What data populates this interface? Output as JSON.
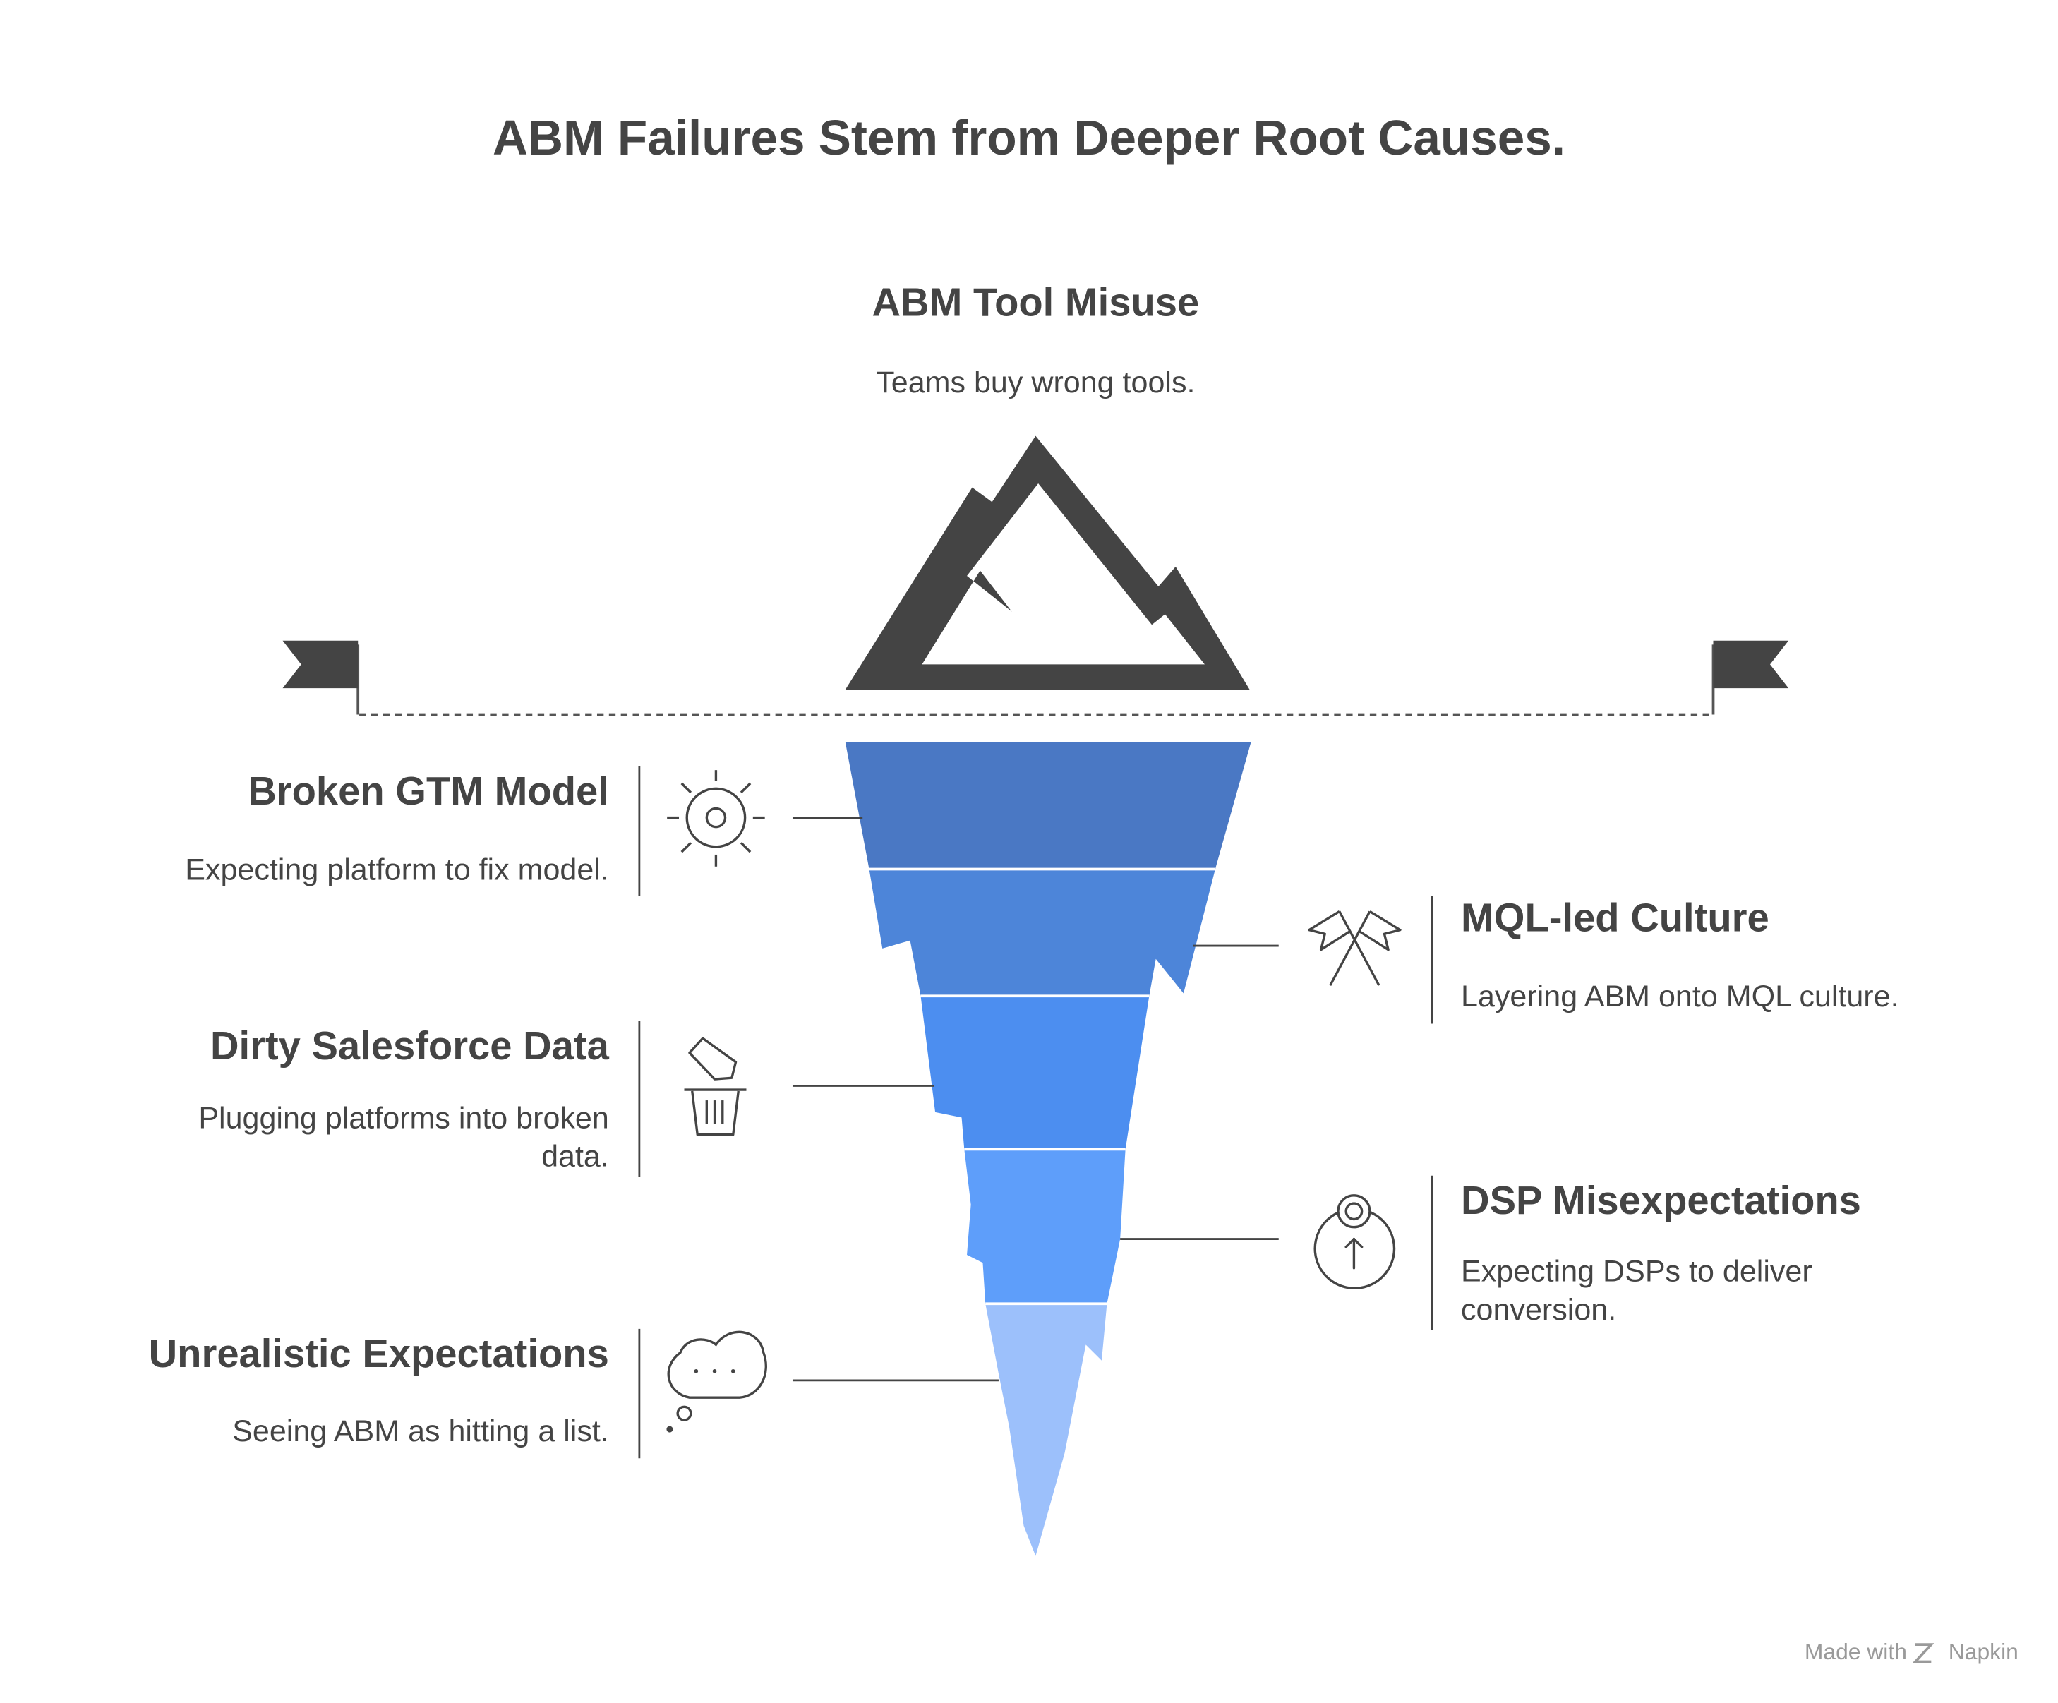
{
  "title": "ABM Failures Stem from Deeper Root Causes.",
  "tip": {
    "heading": "ABM Tool Misuse",
    "description": "Teams buy wrong tools."
  },
  "causes": [
    {
      "heading": "Broken GTM Model",
      "description": "Expecting platform to fix model.",
      "side": "left",
      "icon": "sun-gear-icon"
    },
    {
      "heading": "MQL-led Culture",
      "description": "Layering ABM onto MQL culture.",
      "side": "right",
      "icon": "crossed-flags-icon"
    },
    {
      "heading": "Dirty Salesforce Data",
      "description": "Plugging platforms into broken data.",
      "side": "left",
      "icon": "trash-bin-icon"
    },
    {
      "heading": "DSP Misexpectations",
      "description": "Expecting DSPs to deliver conversion.",
      "side": "right",
      "icon": "target-arrow-icon"
    },
    {
      "heading": "Unrealistic Expectations",
      "description": "Seeing ABM as hitting a list.",
      "side": "left",
      "icon": "thought-bubble-icon"
    }
  ],
  "colors": {
    "layers": [
      "#4a78c4",
      "#4d85d9",
      "#4c8ef0",
      "#5e9efa",
      "#9cc0fb"
    ],
    "dark": "#444444"
  },
  "watermark": {
    "text": "Made with",
    "brand": "Napkin",
    "icon": "napkin-logo-icon"
  }
}
